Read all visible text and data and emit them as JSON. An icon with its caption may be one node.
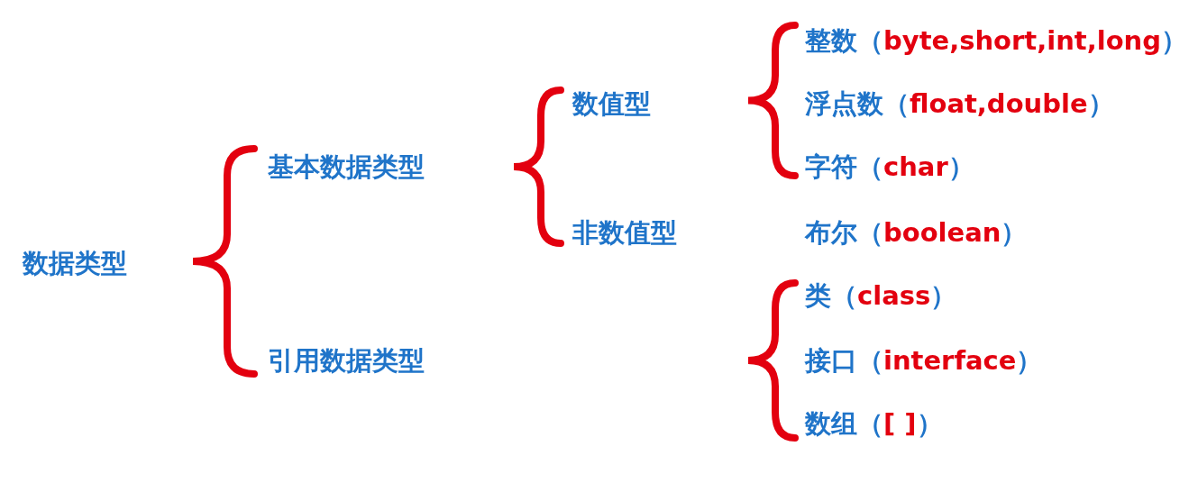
{
  "diagram": {
    "nodes": [
      {
        "text": [
          "数据类型"
        ]
      },
      {
        "text": [
          "基本数据类型"
        ]
      },
      {
        "text": [
          "引用数据类型"
        ]
      },
      {
        "text": [
          "数值型"
        ]
      },
      {
        "text": [
          "非数值型"
        ]
      },
      {
        "text": [
          "整数（byte,short,int,long）"
        ]
      },
      {
        "text": [
          "浮点数（float,double）"
        ]
      },
      {
        "text": [
          "字符（char）"
        ]
      },
      {
        "text": [
          "布尔（boolean）"
        ]
      },
      {
        "text": [
          "类（class）"
        ]
      },
      {
        "text": [
          "接口（interface）"
        ]
      },
      {
        "text": [
          "数组（[ ]）"
        ]
      }
    ]
  }
}
